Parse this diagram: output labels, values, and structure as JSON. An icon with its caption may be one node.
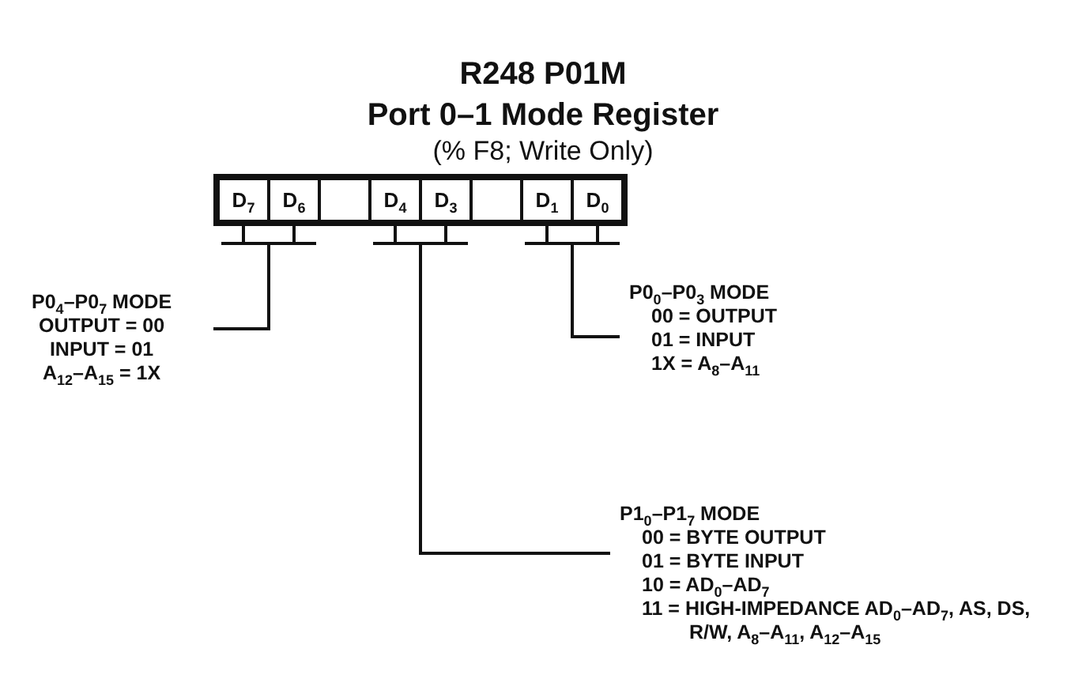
{
  "diagram": {
    "title": "R248 P01M",
    "labels": [
      "Port 0–1 Mode Register",
      "(% F8; Write Only)"
    ],
    "nodes": [
      {
        "text": [
          "D$_{7}$"
        ]
      },
      {
        "text": [
          "D$_{6}$"
        ]
      },
      {
        "text": [],
        "shape": "box"
      },
      {
        "text": [
          "D$_{4}$"
        ]
      },
      {
        "text": [
          "D$_{3}$"
        ]
      },
      {
        "text": [],
        "shape": "box"
      },
      {
        "text": [
          "D$_{1}$"
        ]
      },
      {
        "text": [
          "D$_{0}$"
        ]
      },
      {
        "text": [
          "P0$_{4}$–P0$_{7}$ MODE",
          "OUTPUT = 00",
          "INPUT = 01",
          "A$_{12}$–A$_{15}$ = 1X"
        ]
      },
      {
        "text": [
          "P0$_{0}$–P0$_{3}$ MODE",
          "00 = OUTPUT",
          "01 = INPUT",
          "1X = A$_{8}$–A$_{11}$"
        ]
      },
      {
        "text": [
          "P1$_{0}$–P1$_{7}$ MODE",
          "00 = BYTE OUTPUT",
          "01 = BYTE INPUT",
          "10 = AD$_{0}$–AD$_{7}$",
          "11 = HIGH-IMPEDANCE AD$_{0}$–AD$_{7}$, AS, DS, R/W, A$_{8}$–A$_{11}$, A$_{12}$–A$_{15}$"
        ]
      }
    ],
    "edges": [
      {
        "from": 0,
        "to": 8,
        "arrow": "none"
      },
      {
        "from": 1,
        "to": 8,
        "arrow": "none"
      },
      {
        "from": 3,
        "to": 10,
        "arrow": "none"
      },
      {
        "from": 4,
        "to": 10,
        "arrow": "none"
      },
      {
        "from": 6,
        "to": 9,
        "arrow": "none"
      },
      {
        "from": 7,
        "to": 9,
        "arrow": "none"
      }
    ]
  }
}
